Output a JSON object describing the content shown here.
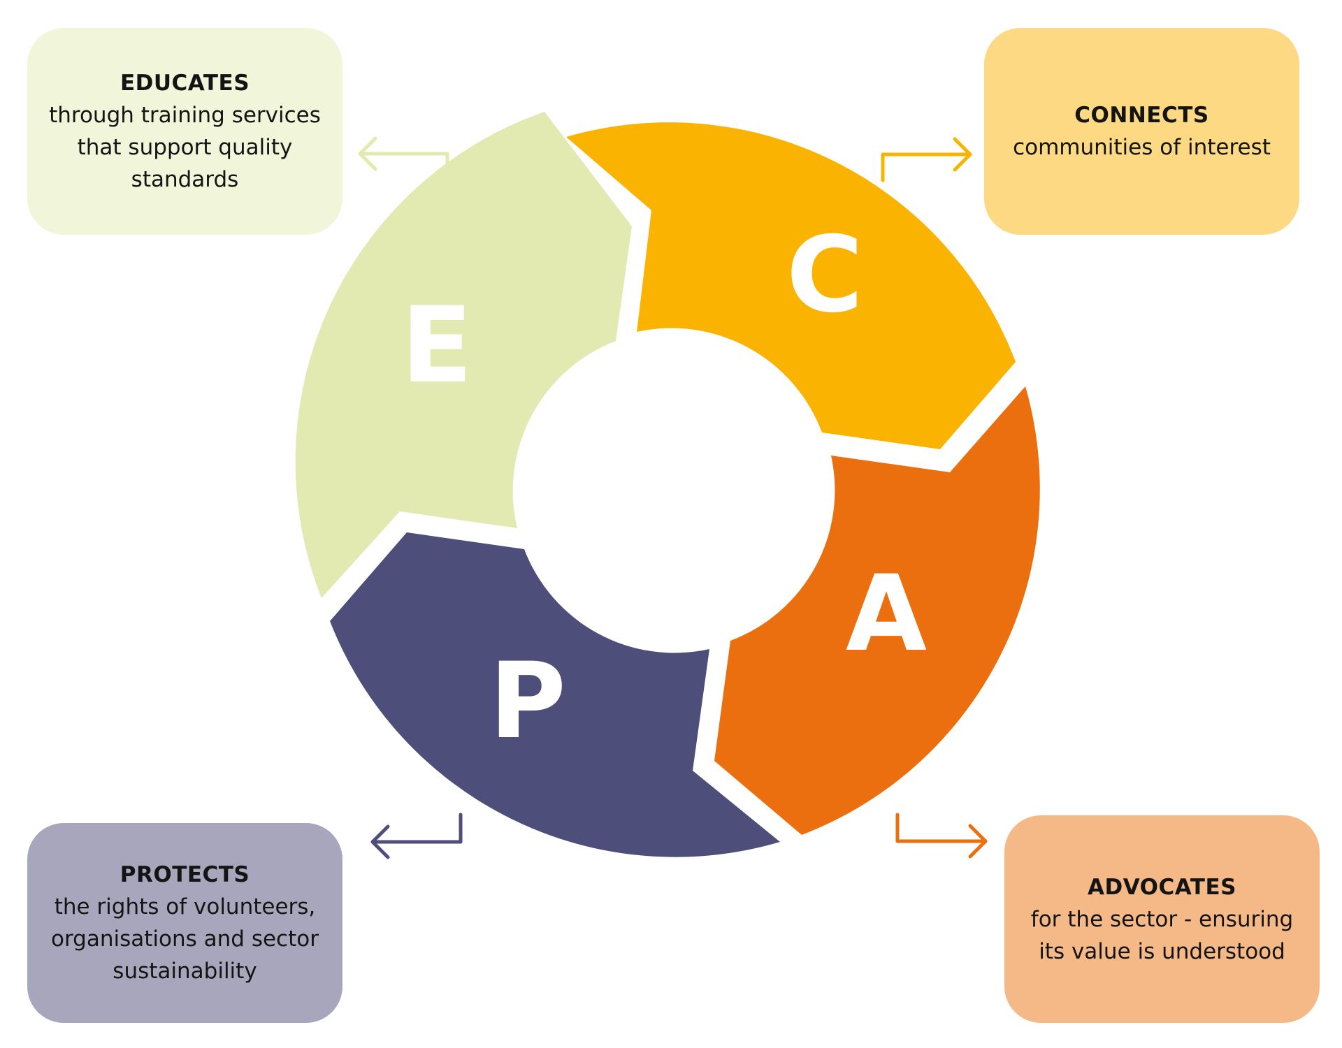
{
  "segments": [
    {
      "key": "educates",
      "letter": "E",
      "color": "#e2eab2",
      "title": "EDUCATES",
      "description": "through training services\nthat support quality\nstandards",
      "card_color": "#f1f5d9",
      "arrow_color": "#e2eab2"
    },
    {
      "key": "connects",
      "letter": "C",
      "color": "#f9b300",
      "title": "CONNECTS",
      "description": "communities of interest",
      "card_color": "#fcd982",
      "arrow_color": "#f9b300"
    },
    {
      "key": "advocates",
      "letter": "A",
      "color": "#eb6f0e",
      "title": "ADVOCATES",
      "description": "for the sector - ensuring\nits value is understood",
      "card_color": "#f5b988",
      "arrow_color": "#eb6f0e"
    },
    {
      "key": "protects",
      "letter": "P",
      "color": "#4d4f7a",
      "title": "PROTECTS",
      "description": "the rights of volunteers,\norganisations and sector\nsustainability",
      "card_color": "#a7a6bd",
      "arrow_color": "#4d4f7a"
    }
  ]
}
